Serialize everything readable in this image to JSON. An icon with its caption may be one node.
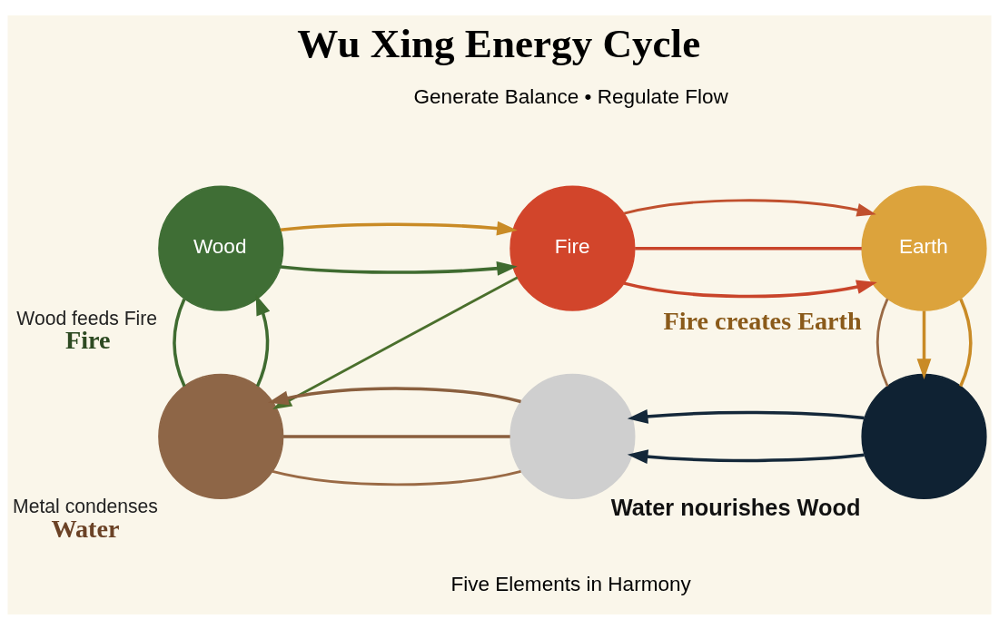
{
  "diagram": {
    "title": "Wu Xing Energy Cycle",
    "caption": "Five Elements in Harmony",
    "nodes": [
      {
        "text": [
          "Fire"
        ]
      },
      {
        "text": [
          "Wood"
        ],
        "beside": [
          "Wood feeds Fire",
          "Fire"
        ]
      },
      {
        "text": [
          "Earth"
        ],
        "beside": [
          "Fire creates Earth"
        ]
      },
      {
        "text": [],
        "shape": "circle",
        "beside": [
          "Metal condenses",
          "Water"
        ]
      },
      {
        "text": [],
        "shape": "circle",
        "beside": [
          "Water nourishes Wood"
        ]
      },
      {
        "text": [],
        "shape": "circle"
      }
    ],
    "edges": [
      {
        "from": 1,
        "to": 0,
        "arrow": "to",
        "color": "#3f6b30"
      },
      {
        "from": 1,
        "to": 0,
        "arrow": "to",
        "color": "#c98b26"
      },
      {
        "from": 0,
        "to": 2,
        "arrow": "to",
        "color": "#c9452b"
      },
      {
        "from": 0,
        "to": 2,
        "arrow": "none",
        "color": "#c9452b"
      },
      {
        "from": 2,
        "to": 4,
        "arrow": "none",
        "color": "#c98b26"
      },
      {
        "from": 2,
        "to": 4,
        "arrow": "to",
        "color": "#c98b26"
      },
      {
        "from": 4,
        "to": 5,
        "arrow": "to",
        "color": "#14283a"
      },
      {
        "from": 4,
        "to": 5,
        "arrow": "to",
        "color": "#14283a"
      },
      {
        "from": 5,
        "to": 3,
        "arrow": "none",
        "color": "#8a5f3e"
      },
      {
        "from": 5,
        "to": 3,
        "arrow": "to",
        "color": "#8a5f3e"
      },
      {
        "from": 3,
        "to": 1,
        "arrow": "to",
        "color": "#3f6b30"
      },
      {
        "from": 3,
        "to": 1,
        "arrow": "none",
        "color": "#3f6b30"
      },
      {
        "from": 0,
        "to": 2,
        "arrow": "to",
        "color": "#c0502e"
      },
      {
        "from": 0,
        "to": 3,
        "arrow": "to",
        "color": "#4a6f2c"
      },
      {
        "from": 3,
        "to": 5,
        "arrow": "none",
        "color": "#9a6a45"
      },
      {
        "from": 4,
        "to": 2,
        "arrow": "none",
        "color": "#9a6a45"
      }
    ],
    "labels": [
      "Generate Balance • Regulate Flow"
    ]
  }
}
